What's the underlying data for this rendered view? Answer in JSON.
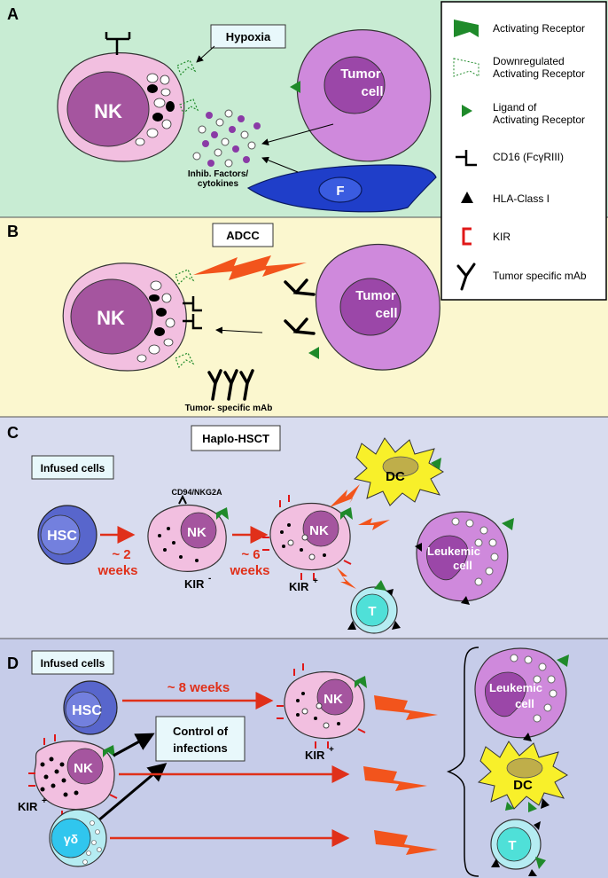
{
  "panels": {
    "a": {
      "letter": "A",
      "hypoxia": "Hypoxia",
      "nk": "NK",
      "tumor_line1": "Tumor",
      "tumor_line2": "cell",
      "inhib_line1": "Inhib. Factors/",
      "inhib_line2": "cytokines",
      "fibroblast": "F"
    },
    "b": {
      "letter": "B",
      "adcc": "ADCC",
      "nk": "NK",
      "tumor_line1": "Tumor",
      "tumor_line2": "cell",
      "mab": "Tumor- specific mAb"
    },
    "c": {
      "letter": "C",
      "title": "Haplo-HSCT",
      "infused": "Infused cells",
      "hsc": "HSC",
      "cd94": "CD94/NKG2A",
      "nk": "NK",
      "arrow1_line1": "~ 2",
      "arrow1_line2": "weeks",
      "arrow2_line1": "~ 6",
      "arrow2_line2": "weeks",
      "kir_minus": "KIR",
      "kir_plus": "KIR",
      "sup_minus": "-",
      "sup_plus": "+",
      "dc": "DC",
      "t": "T",
      "leuk_line1": "Leukemic",
      "leuk_line2": "cell"
    },
    "d": {
      "letter": "D",
      "infused": "Infused cells",
      "hsc": "HSC",
      "weeks": "~ 8 weeks",
      "nk": "NK",
      "kir": "KIR",
      "sup": "+",
      "control_line1": "Control of",
      "control_line2": "infections",
      "gd": "γδ",
      "leuk_line1": "Leukemic",
      "leuk_line2": "cell",
      "dc": "DC",
      "t": "T"
    }
  },
  "legend": {
    "items": [
      {
        "line1": "Activating Receptor",
        "line2": ""
      },
      {
        "line1": "Downregulated",
        "line2": "Activating Receptor"
      },
      {
        "line1": "Ligand of",
        "line2": "Activating Receptor"
      },
      {
        "line1": "CD16 (FcγRIII)",
        "line2": ""
      },
      {
        "line1": "HLA-Class I",
        "line2": ""
      },
      {
        "line1": "KIR",
        "line2": ""
      },
      {
        "line1": "Tumor specific mAb",
        "line2": ""
      }
    ]
  },
  "colors": {
    "panel_a": "#c8ecd3",
    "panel_b": "#fbf7cf",
    "panel_c": "#d8dcef",
    "panel_d": "#c6cce9",
    "nk_cell": "#f2bfe0",
    "nk_nucleus": "#a5559f",
    "tumor": "#cf89dc",
    "tumor_nucleus": "#9b47a8",
    "hsc": "#5866cc",
    "dc": "#f8f02a",
    "t_cell": "#4fe0d8",
    "gd_cell": "#30c6ee",
    "fibroblast": "#1f3ec9",
    "activating": "#1f8a2a",
    "kir": "#e01818",
    "bolt": "#f2541c",
    "red_arrow": "#e0301a"
  }
}
